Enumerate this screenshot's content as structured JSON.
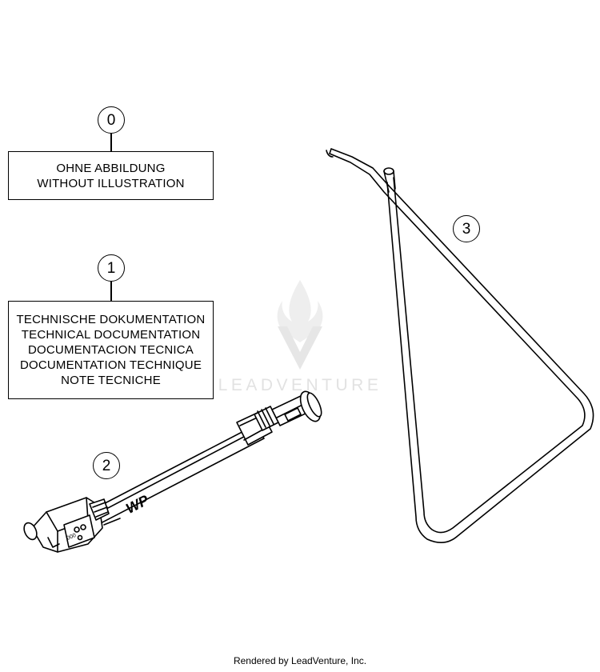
{
  "callouts": [
    {
      "id": "0",
      "label": "0"
    },
    {
      "id": "1",
      "label": "1"
    },
    {
      "id": "2",
      "label": "2"
    },
    {
      "id": "3",
      "label": "3"
    }
  ],
  "notes": {
    "without_illustration": [
      "OHNE ABBILDUNG",
      "WITHOUT ILLUSTRATION"
    ],
    "technical_documentation": [
      "TECHNISCHE DOKUMENTATION",
      "TECHNICAL DOCUMENTATION",
      "DOCUMENTACION TECNICA",
      "DOCUMENTATION TECHNIQUE",
      "NOTE TECNICHE"
    ]
  },
  "pump": {
    "brand_mark": "WP",
    "gauge_digits": "000"
  },
  "watermark": {
    "text": "LEADVENTURE"
  },
  "footer": {
    "text": "Rendered by LeadVenture, Inc."
  }
}
